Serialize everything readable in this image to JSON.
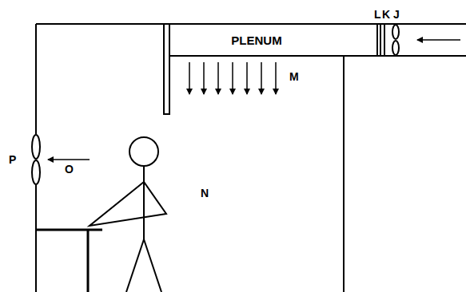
{
  "diagram": {
    "nodes": [
      {
        "text": [
          "PLENUM"
        ]
      }
    ],
    "labels": [
      "L",
      "K",
      "J",
      "M",
      "P",
      "O",
      "N"
    ]
  }
}
